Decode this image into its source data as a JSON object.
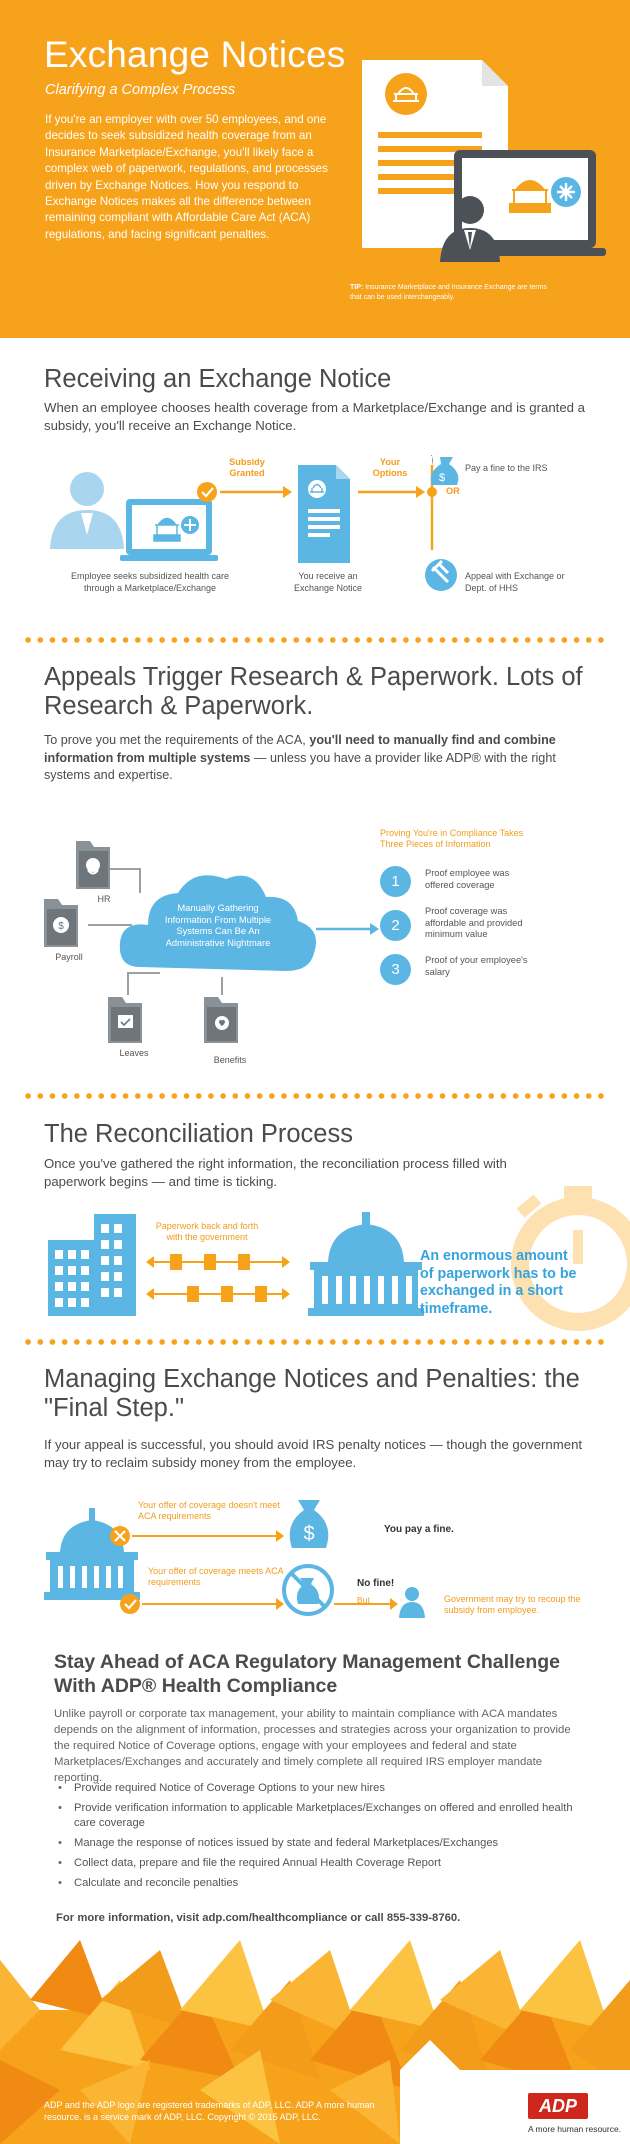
{
  "hero": {
    "title": "Exchange Notices",
    "subtitle": "Clarifying a Complex Process",
    "intro": "If you're an employer with over 50 employees, and one decides to seek subsidized health coverage from an Insurance Marketplace/Exchange, you'll likely face a complex web of paperwork, regulations, and processes driven by Exchange Notices. How you respond to Exchange Notices makes all the difference between remaining compliant with Affordable Care Act (ACA) regulations, and facing significant penalties.",
    "tip_label": "TIP:",
    "tip_text": "Insurance Marketplace and Insurance Exchange are terms that can be used interchangeably."
  },
  "receiving": {
    "title": "Receiving an Exchange Notice",
    "body": "When an employee chooses health coverage from a Marketplace/Exchange and is granted a subsidy, you'll receive an Exchange Notice.",
    "employee_caption": "Employee seeks subsidized health care through a Marketplace/Exchange",
    "subsidy_granted": "Subsidy Granted",
    "receive_caption": "You receive an Exchange Notice",
    "your_options": "Your Options",
    "or": "OR",
    "fine": "Pay a fine to the IRS",
    "appeal": "Appeal with Exchange or Dept. of HHS"
  },
  "appeals": {
    "title": "Appeals Trigger Research & Paperwork. Lots of Research & Paperwork.",
    "body_pre": "To prove you met the requirements of the ACA, ",
    "body_bold": "you'll need to manually find and combine information from multiple systems",
    "body_post": " — unless you have a provider like ADP® with the right systems and expertise.",
    "folders": [
      "HR",
      "Payroll",
      "Leaves",
      "Benefits"
    ],
    "cloud_text": "Manually Gathering Information From Multiple Systems Can Be An Administrative Nightmare",
    "proving_title": "Proving You're in Compliance Takes Three Pieces of Information",
    "items": [
      {
        "n": "1",
        "text": "Proof employee was offered coverage"
      },
      {
        "n": "2",
        "text": "Proof coverage was affordable and provided minimum value"
      },
      {
        "n": "3",
        "text": "Proof of your employee's salary"
      }
    ]
  },
  "reconciliation": {
    "title": "The Reconciliation Process",
    "body": "Once you've gathered the right information, the reconciliation process filled with paperwork begins — and time is ticking.",
    "paperwork_caption": "Paperwork back and forth with the government",
    "big_text": "An enormous amount of paperwork has to be exchanged in a short timeframe."
  },
  "final": {
    "title": "Managing Exchange Notices and Penalties: the \"Final Step.\"",
    "body": "If your appeal is successful, you should avoid IRS penalty notices — though the government may try to reclaim subsidy money from the employee.",
    "not_meet": "Your offer of coverage doesn't meet ACA requirements",
    "pay_fine": "You pay a fine.",
    "meets": "Your offer of coverage meets ACA requirements",
    "no_fine": "No fine!",
    "but": "But",
    "recoup": "Government may try to recoup the subsidy from employee."
  },
  "stay": {
    "title": "Stay Ahead of ACA Regulatory Management Challenge With ADP® Health Compliance",
    "body": "Unlike payroll or corporate tax management, your ability to maintain compliance with ACA mandates depends on the alignment of information, processes and strategies across your organization to provide the required Notice of Coverage options, engage with your employees and federal and state Marketplaces/Exchanges and accurately and timely complete all required IRS employer mandate reporting.",
    "bullets": [
      "Provide required Notice of Coverage Options to your new hires",
      "Provide verification information to applicable Marketplaces/Exchanges on offered and enrolled health care coverage",
      "Manage the response of notices issued by state and federal Marketplaces/Exchanges",
      "Collect data, prepare and file the required Annual Health Coverage Report",
      "Calculate and reconcile penalties"
    ],
    "more_info": "For more information, visit adp.com/healthcompliance or call 855-339-8760."
  },
  "footer": {
    "legal": "ADP and the ADP logo are registered trademarks of ADP, LLC. ADP A more human resource. is a service mark of ADP, LLC. Copyright © 2015 ADP, LLC.",
    "logo": "ADP",
    "tagline": "A more human resource."
  },
  "colors": {
    "orange": "#f7a21b",
    "blue": "#5cb6e4",
    "gray": "#8a9197",
    "red": "#d0271d"
  }
}
